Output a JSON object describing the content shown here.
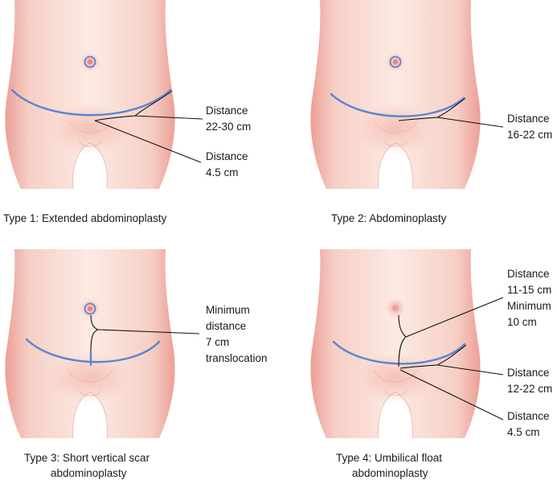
{
  "colors": {
    "skin_light": "#fbe7de",
    "skin_mid": "#f5c8bf",
    "skin_edge": "#ec9f96",
    "scar_line": "#5b86cf",
    "navel": "#e78486",
    "leader_line": "#111111",
    "text": "#1a1a1a"
  },
  "panels": [
    {
      "caption": [
        "Type 1: Extended abdominoplasty"
      ],
      "labels": [
        {
          "lines": [
            "Distance",
            "22-30 cm"
          ]
        },
        {
          "lines": [
            "Distance",
            "4.5 cm"
          ]
        }
      ]
    },
    {
      "caption": [
        "Type 2: Abdominoplasty"
      ],
      "labels": [
        {
          "lines": [
            "Distance",
            "16-22 cm"
          ]
        }
      ]
    },
    {
      "caption": [
        "Type 3: Short vertical scar",
        "abdominoplasty"
      ],
      "labels": [
        {
          "lines": [
            "Minimum",
            "distance",
            "7 cm",
            "translocation"
          ]
        }
      ]
    },
    {
      "caption": [
        "Type 4: Umbilical float",
        "abdominoplasty"
      ],
      "labels": [
        {
          "lines": [
            "Distance",
            "11-15 cm",
            "Minimum",
            "10 cm"
          ]
        },
        {
          "lines": [
            "Distance",
            "12-22 cm"
          ]
        },
        {
          "lines": [
            "Distance",
            "4.5 cm"
          ]
        }
      ]
    }
  ]
}
